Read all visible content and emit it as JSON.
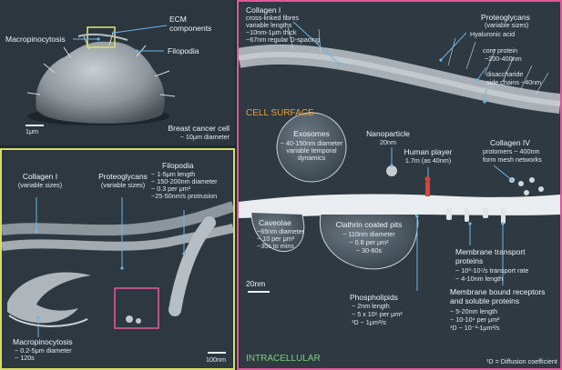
{
  "panel_cell": {
    "ecm_label": "ECM\ncomponents",
    "macropinocytosis_label": "Macropinocytosis",
    "filopodia_label": "Filopodia",
    "scale_label": "1μm",
    "cell_title": "Breast cancer cell",
    "cell_size": "~ 10μm diameter"
  },
  "panel_ecm": {
    "collagen_title": "Collagen I",
    "collagen_sub": "(variable sizes)",
    "proteoglycans_title": "Proteoglycans",
    "proteoglycans_sub": "(variable sizes)",
    "filopodia_title": "Filopodia",
    "filopodia_lines": [
      "~ 1-5μm length",
      "~ 150-200nm diameter",
      "~ 0.3 per μm²",
      "~25-50nm/s protrusion"
    ],
    "macro_title": "Macropinocytosis",
    "macro_lines": [
      "~ 0.2-5μm diameter",
      "~ 120s"
    ],
    "scale_label": "100nm"
  },
  "panel_surface": {
    "collagen_title": "Collagen I",
    "collagen_lines": [
      "cross-linked fibres",
      "variable lengths",
      "~10nm-1μm thick",
      "~67nm regular D-spacing"
    ],
    "proteoglycans_title": "Proteoglycans",
    "proteoglycans_sub": "(variable sizes)",
    "hyaluronic_label": "Hyaluronic acid",
    "core_protein_lines": [
      "core protein",
      "~200-400nm"
    ],
    "disaccharide_lines": [
      "disaccharide",
      "side chains ~40nm"
    ],
    "cell_surface_label": "CELL SURFACE",
    "exosomes_title": "Exosomes",
    "exosomes_lines": [
      "~ 40-150nm diameter",
      "variable temporal",
      "dynamics"
    ],
    "nanoparticle_lines": [
      "Nanoparticle",
      "20nm"
    ],
    "human_player_title": "Human player",
    "human_player_sub": "1.7m (as 40nm)",
    "collagen4_title": "Collagen IV",
    "collagen4_lines": [
      "protomers ~ 400nm",
      "form mesh networks"
    ],
    "caveolae_title": "Caveolae",
    "caveolae_lines": [
      "~65nm diameter",
      "~ 10 per μm²",
      "~30s to mins"
    ],
    "clathrin_title": "Clathrin coated pits",
    "clathrin_lines": [
      "~ 110nm diameter",
      "~ 0.8 per μm²",
      "~ 30-60s"
    ],
    "scale_label": "20nm",
    "membrane_transport_title": "Membrane transport\nproteins",
    "membrane_transport_lines": [
      "~ 10⁰-10⁷/s transport rate",
      "~ 4-10nm length"
    ],
    "phospholipids_title": "Phospholipids",
    "phospholipids_lines": [
      "~ 2nm length",
      "~ 5 x 10⁶ per μm²",
      "¹D ~ 1μm²/s"
    ],
    "receptors_title": "Membrane bound receptors\nand soluble proteins",
    "receptors_lines": [
      "~ 5-20nm length",
      "~ 10-10⁴ per μm²",
      "¹D ~ 10⁻³-1μm²/s"
    ],
    "intracellular_label": "INTRACELLULAR",
    "footnote": "¹D = Diffusion coefficient"
  },
  "colors": {
    "label_line": "#6cb6e6",
    "ecm_border": "#d8dc6a",
    "surface_border": "#e0589a",
    "cell_surface_text": "#e8a23a",
    "intracellular_text": "#7ed07e",
    "human_player": "#d9443a"
  }
}
